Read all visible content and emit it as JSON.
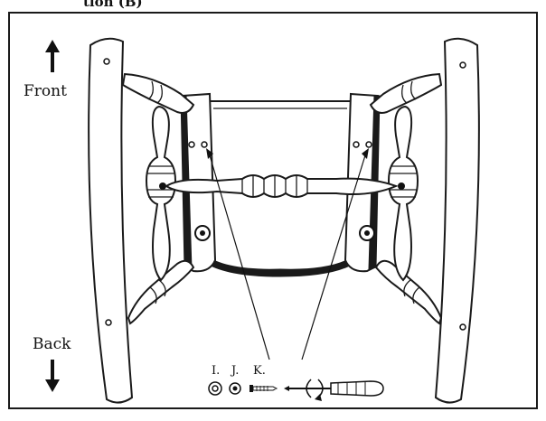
{
  "diagram": {
    "top_cut_label": "tion (B)",
    "labels": {
      "front": "Front",
      "back": "Back"
    },
    "hardware": [
      {
        "id": "I",
        "label": "I.",
        "kind": "washer"
      },
      {
        "id": "J",
        "label": "J.",
        "kind": "lock-washer"
      },
      {
        "id": "K",
        "label": "K.",
        "kind": "screw"
      }
    ],
    "tool": "screwdriver-icon",
    "colors": {
      "ink": "#1a1a1a",
      "paper": "#ffffff"
    }
  }
}
